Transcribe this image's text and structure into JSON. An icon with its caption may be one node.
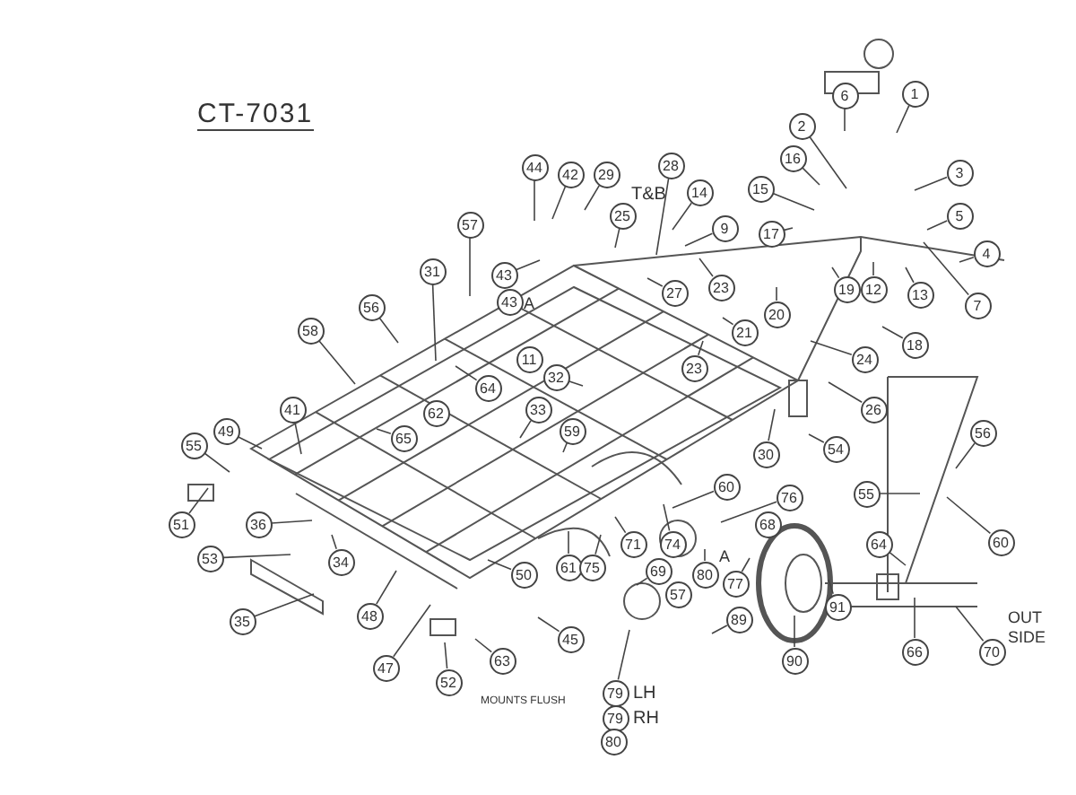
{
  "diagram": {
    "title": "CT-7031",
    "nodes": [
      {
        "text": [
          "44"
        ]
      },
      {
        "text": [
          "42"
        ]
      },
      {
        "text": [
          "29"
        ]
      },
      {
        "text": [
          "28"
        ]
      },
      {
        "text": [
          "25"
        ]
      },
      {
        "text": [
          "14"
        ]
      },
      {
        "text": [
          "15"
        ]
      },
      {
        "text": [
          "16"
        ]
      },
      {
        "text": [
          "2"
        ]
      },
      {
        "text": [
          "6"
        ]
      },
      {
        "text": [
          "1"
        ]
      },
      {
        "text": [
          "3"
        ]
      },
      {
        "text": [
          "5"
        ]
      },
      {
        "text": [
          "4"
        ]
      },
      {
        "text": [
          "7"
        ]
      },
      {
        "text": [
          "13"
        ]
      },
      {
        "text": [
          "12"
        ]
      },
      {
        "text": [
          "19"
        ]
      },
      {
        "text": [
          "17"
        ]
      },
      {
        "text": [
          "9"
        ]
      },
      {
        "text": [
          "27"
        ]
      },
      {
        "text": [
          "23"
        ]
      },
      {
        "text": [
          "20"
        ]
      },
      {
        "text": [
          "21"
        ]
      },
      {
        "text": [
          "18"
        ]
      },
      {
        "text": [
          "24"
        ]
      },
      {
        "text": [
          "23"
        ]
      },
      {
        "text": [
          "57"
        ]
      },
      {
        "text": [
          "31"
        ]
      },
      {
        "text": [
          "43"
        ]
      },
      {
        "text": [
          "43"
        ],
        "beside": [
          "A"
        ]
      },
      {
        "text": [
          "56"
        ]
      },
      {
        "text": [
          "58"
        ]
      },
      {
        "text": [
          "11"
        ]
      },
      {
        "text": [
          "32"
        ]
      },
      {
        "text": [
          "64"
        ]
      },
      {
        "text": [
          "62"
        ]
      },
      {
        "text": [
          "65"
        ]
      },
      {
        "text": [
          "33"
        ]
      },
      {
        "text": [
          "59"
        ]
      },
      {
        "text": [
          "41"
        ]
      },
      {
        "text": [
          "49"
        ]
      },
      {
        "text": [
          "55"
        ]
      },
      {
        "text": [
          "51"
        ]
      },
      {
        "text": [
          "36"
        ]
      },
      {
        "text": [
          "53"
        ]
      },
      {
        "text": [
          "34"
        ]
      },
      {
        "text": [
          "35"
        ]
      },
      {
        "text": [
          "48"
        ]
      },
      {
        "text": [
          "47"
        ]
      },
      {
        "text": [
          "52"
        ]
      },
      {
        "text": [
          "63"
        ]
      },
      {
        "text": [
          "50"
        ]
      },
      {
        "text": [
          "45"
        ]
      },
      {
        "text": [
          "61"
        ]
      },
      {
        "text": [
          "75"
        ]
      },
      {
        "text": [
          "71"
        ]
      },
      {
        "text": [
          "69"
        ]
      },
      {
        "text": [
          "74"
        ]
      },
      {
        "text": [
          "60"
        ]
      },
      {
        "text": [
          "76"
        ]
      },
      {
        "text": [
          "68"
        ]
      },
      {
        "text": [
          "77"
        ]
      },
      {
        "text": [
          "80"
        ],
        "beside": [
          "A"
        ]
      },
      {
        "text": [
          "57"
        ]
      },
      {
        "text": [
          "89"
        ]
      },
      {
        "text": [
          "90"
        ]
      },
      {
        "text": [
          "91"
        ]
      },
      {
        "text": [
          "26"
        ]
      },
      {
        "text": [
          "30"
        ]
      },
      {
        "text": [
          "54"
        ]
      },
      {
        "text": [
          "56"
        ]
      },
      {
        "text": [
          "55"
        ]
      },
      {
        "text": [
          "60"
        ]
      },
      {
        "text": [
          "64"
        ]
      },
      {
        "text": [
          "66"
        ]
      },
      {
        "text": [
          "70"
        ],
        "beside": [
          "OUT SIDE"
        ]
      },
      {
        "text": [
          "79"
        ],
        "beside": [
          "LH"
        ]
      },
      {
        "text": [
          "79"
        ],
        "beside": [
          "RH"
        ]
      },
      {
        "text": [
          "80"
        ]
      }
    ],
    "edges": [
      {
        "from": 0,
        "to": null,
        "arrow": "none"
      },
      {
        "from": 1,
        "to": null,
        "arrow": "none"
      },
      {
        "from": 2,
        "to": null,
        "arrow": "none"
      },
      {
        "from": 3,
        "to": null,
        "arrow": "none"
      },
      {
        "from": 4,
        "to": null,
        "arrow": "none"
      },
      {
        "from": 5,
        "to": null,
        "arrow": "none"
      },
      {
        "from": 6,
        "to": null,
        "arrow": "none"
      },
      {
        "from": 7,
        "to": null,
        "arrow": "none"
      },
      {
        "from": 8,
        "to": null,
        "arrow": "none"
      },
      {
        "from": 9,
        "to": null,
        "arrow": "none"
      },
      {
        "from": 10,
        "to": null,
        "arrow": "none"
      },
      {
        "from": 11,
        "to": null,
        "arrow": "none"
      },
      {
        "from": 12,
        "to": null,
        "arrow": "none"
      },
      {
        "from": 13,
        "to": null,
        "arrow": "none"
      },
      {
        "from": 14,
        "to": null,
        "arrow": "none"
      },
      {
        "from": 15,
        "to": null,
        "arrow": "none"
      },
      {
        "from": 16,
        "to": null,
        "arrow": "none"
      },
      {
        "from": 17,
        "to": null,
        "arrow": "none"
      },
      {
        "from": 18,
        "to": null,
        "arrow": "none"
      },
      {
        "from": 19,
        "to": null,
        "arrow": "none"
      },
      {
        "from": 20,
        "to": null,
        "arrow": "none"
      },
      {
        "from": 21,
        "to": null,
        "arrow": "none"
      },
      {
        "from": 22,
        "to": null,
        "arrow": "none"
      },
      {
        "from": 23,
        "to": null,
        "arrow": "none"
      },
      {
        "from": 24,
        "to": null,
        "arrow": "none"
      },
      {
        "from": 25,
        "to": null,
        "arrow": "none"
      },
      {
        "from": 26,
        "to": null,
        "arrow": "none"
      },
      {
        "from": 27,
        "to": null,
        "arrow": "none"
      },
      {
        "from": 28,
        "to": null,
        "arrow": "none"
      },
      {
        "from": 29,
        "to": null,
        "arrow": "none"
      },
      {
        "from": 31,
        "to": null,
        "arrow": "none"
      },
      {
        "from": 32,
        "to": null,
        "arrow": "none"
      },
      {
        "from": 34,
        "to": null,
        "arrow": "none"
      },
      {
        "from": 35,
        "to": null,
        "arrow": "none"
      },
      {
        "from": 37,
        "to": null,
        "arrow": "none"
      },
      {
        "from": 38,
        "to": null,
        "arrow": "none"
      },
      {
        "from": 39,
        "to": null,
        "arrow": "none"
      },
      {
        "from": 40,
        "to": null,
        "arrow": "none"
      },
      {
        "from": 41,
        "to": null,
        "arrow": "none"
      },
      {
        "from": 42,
        "to": null,
        "arrow": "none"
      },
      {
        "from": 43,
        "to": null,
        "arrow": "none"
      },
      {
        "from": 44,
        "to": null,
        "arrow": "none"
      },
      {
        "from": 45,
        "to": null,
        "arrow": "none"
      },
      {
        "from": 46,
        "to": null,
        "arrow": "none"
      },
      {
        "from": 47,
        "to": null,
        "arrow": "none"
      },
      {
        "from": 48,
        "to": null,
        "arrow": "none"
      },
      {
        "from": 49,
        "to": null,
        "arrow": "none"
      },
      {
        "from": 50,
        "to": null,
        "arrow": "none"
      },
      {
        "from": 51,
        "to": null,
        "arrow": "none"
      },
      {
        "from": 52,
        "to": null,
        "arrow": "none"
      },
      {
        "from": 53,
        "to": null,
        "arrow": "none"
      },
      {
        "from": 54,
        "to": null,
        "arrow": "none"
      },
      {
        "from": 55,
        "to": null,
        "arrow": "none"
      },
      {
        "from": 56,
        "to": null,
        "arrow": "none"
      },
      {
        "from": 57,
        "to": null,
        "arrow": "none"
      },
      {
        "from": 58,
        "to": null,
        "arrow": "none"
      },
      {
        "from": 59,
        "to": null,
        "arrow": "none"
      },
      {
        "from": 60,
        "to": null,
        "arrow": "none"
      },
      {
        "from": 62,
        "to": null,
        "arrow": "none"
      },
      {
        "from": 63,
        "to": null,
        "arrow": "none"
      },
      {
        "from": 65,
        "to": null,
        "arrow": "none"
      },
      {
        "from": 66,
        "to": null,
        "arrow": "none"
      },
      {
        "from": 67,
        "to": null,
        "arrow": "none"
      },
      {
        "from": 68,
        "to": null,
        "arrow": "none"
      },
      {
        "from": 69,
        "to": null,
        "arrow": "none"
      },
      {
        "from": 70,
        "to": null,
        "arrow": "none"
      },
      {
        "from": 71,
        "to": null,
        "arrow": "none"
      },
      {
        "from": 72,
        "to": null,
        "arrow": "none"
      },
      {
        "from": 73,
        "to": null,
        "arrow": "none"
      },
      {
        "from": 74,
        "to": null,
        "arrow": "none"
      },
      {
        "from": 75,
        "to": null,
        "arrow": "none"
      },
      {
        "from": 76,
        "to": null,
        "arrow": "none"
      },
      {
        "from": 77,
        "to": null,
        "arrow": "none"
      }
    ],
    "labels": [
      "T&B",
      "MOUNTS FLUSH"
    ]
  }
}
